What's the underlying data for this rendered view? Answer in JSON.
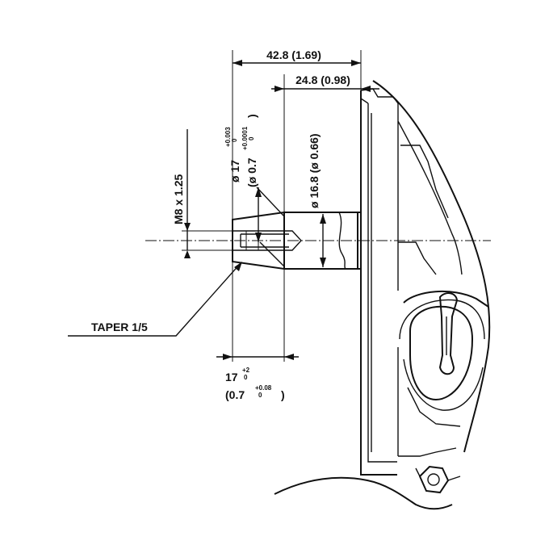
{
  "drawing": {
    "overall_length": "42.8 (1.69)",
    "shaft_length": "24.8 (0.98)",
    "taper_dia_mm": "ø 17",
    "taper_dia_mm_tol_top": "+0.003",
    "taper_dia_mm_tol_bot": "0",
    "taper_dia_in": "(ø 0.7",
    "taper_dia_in_tol_top": "+0.0001",
    "taper_dia_in_tol_bot": "0",
    "taper_dia_in_close": ")",
    "shaft_dia": "ø 16.8 (ø 0.66)",
    "thread": "M8 x 1.25",
    "taper": "TAPER 1/5",
    "taper_len_mm": "17",
    "taper_len_mm_tol_top": "+2",
    "taper_len_mm_tol_bot": "0",
    "taper_len_in": "(0.7",
    "taper_len_in_tol_top": "+0.08",
    "taper_len_in_tol_bot": "0",
    "taper_len_in_close": ")"
  }
}
